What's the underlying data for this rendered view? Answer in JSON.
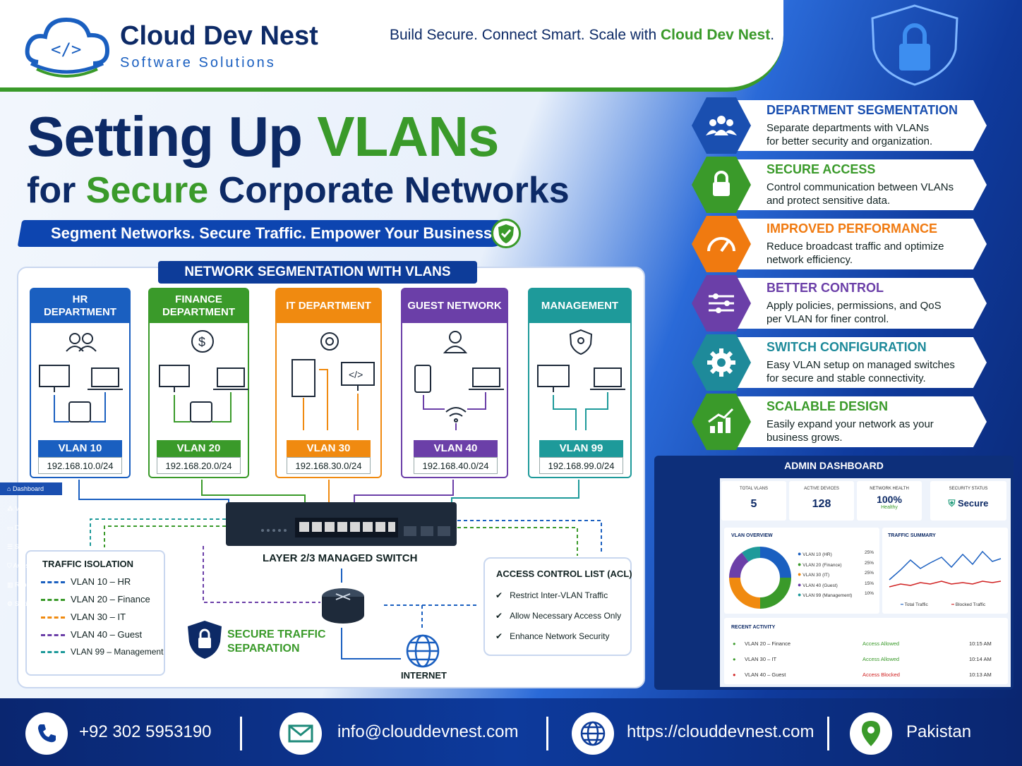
{
  "header": {
    "brand": "Cloud Dev Nest",
    "brand_sub": "Software Solutions",
    "tagline_pre": "Build Secure. Connect Smart. Scale with ",
    "tagline_accent": "Cloud Dev Nest",
    "tagline_end": "."
  },
  "hero": {
    "title_a": "Setting Up ",
    "title_b": "VLANs",
    "title2_a": "for ",
    "title2_b": "Secure",
    "title2_c": " Corporate Networks",
    "subtitle": "Segment Networks. Secure Traffic. Empower Your Business."
  },
  "segmentation": {
    "title": "NETWORK SEGMENTATION WITH VLANS",
    "departments": [
      {
        "name": "HR DEPARTMENT",
        "vlan": "VLAN 10",
        "subnet": "192.168.10.0/24",
        "color": "#1a5fc0"
      },
      {
        "name": "FINANCE DEPARTMENT",
        "vlan": "VLAN 20",
        "subnet": "192.168.20.0/24",
        "color": "#3a9a2a"
      },
      {
        "name": "IT DEPARTMENT",
        "vlan": "VLAN 30",
        "subnet": "192.168.30.0/24",
        "color": "#f08a10"
      },
      {
        "name": "GUEST NETWORK",
        "vlan": "VLAN 40",
        "subnet": "192.168.40.0/24",
        "color": "#6b3fa8"
      },
      {
        "name": "MANAGEMENT",
        "vlan": "VLAN 99",
        "subnet": "192.168.99.0/24",
        "color": "#1e9a9a"
      }
    ],
    "switch_label": "LAYER 2/3 MANAGED SWITCH",
    "traffic_title": "TRAFFIC ISOLATION",
    "traffic_items": [
      "VLAN 10 – HR",
      "VLAN 20 – Finance",
      "VLAN 30 – IT",
      "VLAN 40 – Guest",
      "VLAN 99 – Management"
    ],
    "secure_line1": "SECURE TRAFFIC",
    "secure_line2": "SEPARATION",
    "internet": "INTERNET",
    "acl_title": "ACCESS CONTROL LIST (ACL)",
    "acl_items": [
      "Restrict Inter-VLAN Traffic",
      "Allow Necessary Access Only",
      "Enhance Network Security"
    ]
  },
  "features": [
    {
      "title": "DEPARTMENT SEGMENTATION",
      "desc1": "Separate departments with VLANs",
      "desc2": "for better security and organization.",
      "color": "#1a4fb0",
      "icon": "users-icon"
    },
    {
      "title": "SECURE ACCESS",
      "desc1": "Control communication between VLANs",
      "desc2": "and protect sensitive data.",
      "color": "#3a9a2a",
      "icon": "lock-icon"
    },
    {
      "title": "IMPROVED PERFORMANCE",
      "desc1": "Reduce broadcast traffic and optimize",
      "desc2": "network efficiency.",
      "color": "#f07a10",
      "icon": "speedometer-icon"
    },
    {
      "title": "BETTER CONTROL",
      "desc1": "Apply policies, permissions, and QoS",
      "desc2": "per VLAN for finer control.",
      "color": "#6b3fa8",
      "icon": "sliders-icon"
    },
    {
      "title": "SWITCH CONFIGURATION",
      "desc1": "Easy VLAN setup on managed switches",
      "desc2": "for secure and stable connectivity.",
      "color": "#1e8a9a",
      "icon": "gear-icon"
    },
    {
      "title": "SCALABLE DESIGN",
      "desc1": "Easily expand your network as your",
      "desc2": "business grows.",
      "color": "#3a9a2a",
      "icon": "growth-chart-icon"
    }
  ],
  "dashboard": {
    "title": "ADMIN DASHBOARD",
    "nav": [
      "Dashboard",
      "VLANs",
      "Devices",
      "Switches",
      "ACLs",
      "Reports",
      "Settings"
    ],
    "stats": [
      {
        "label": "TOTAL VLANS",
        "value": "5"
      },
      {
        "label": "ACTIVE DEVICES",
        "value": "128"
      },
      {
        "label": "NETWORK HEALTH",
        "value": "100%",
        "note": "Healthy"
      },
      {
        "label": "SECURITY STATUS",
        "value": "Secure"
      }
    ],
    "overview_title": "VLAN OVERVIEW",
    "overview": [
      {
        "label": "VLAN 10 (HR)",
        "pct": "25%",
        "value": 25,
        "color": "#1a5fc0"
      },
      {
        "label": "VLAN 20 (Finance)",
        "pct": "25%",
        "value": 25,
        "color": "#3a9a2a"
      },
      {
        "label": "VLAN 30 (IT)",
        "pct": "25%",
        "value": 25,
        "color": "#f08a10"
      },
      {
        "label": "VLAN 40 (Guest)",
        "pct": "15%",
        "value": 15,
        "color": "#6b3fa8"
      },
      {
        "label": "VLAN 99 (Management)",
        "pct": "10%",
        "value": 10,
        "color": "#1e9a9a"
      }
    ],
    "traffic_title": "TRAFFIC SUMMARY",
    "traffic_legend": [
      "Total Traffic",
      "Blocked Traffic"
    ],
    "activity_title": "RECENT ACTIVITY",
    "activity": [
      {
        "vlan": "VLAN 20 – Finance",
        "status": "Access Allowed",
        "time": "10:15 AM",
        "color": "#3a9a2a"
      },
      {
        "vlan": "VLAN 30 – IT",
        "status": "Access Allowed",
        "time": "10:14 AM",
        "color": "#3a9a2a"
      },
      {
        "vlan": "VLAN 40 – Guest",
        "status": "Access Blocked",
        "time": "10:13 AM",
        "color": "#d02020"
      }
    ]
  },
  "footer": {
    "phone": "+92 302 5953190",
    "email": "info@clouddevnest.com",
    "website": "https://clouddevnest.com",
    "location": "Pakistan"
  }
}
